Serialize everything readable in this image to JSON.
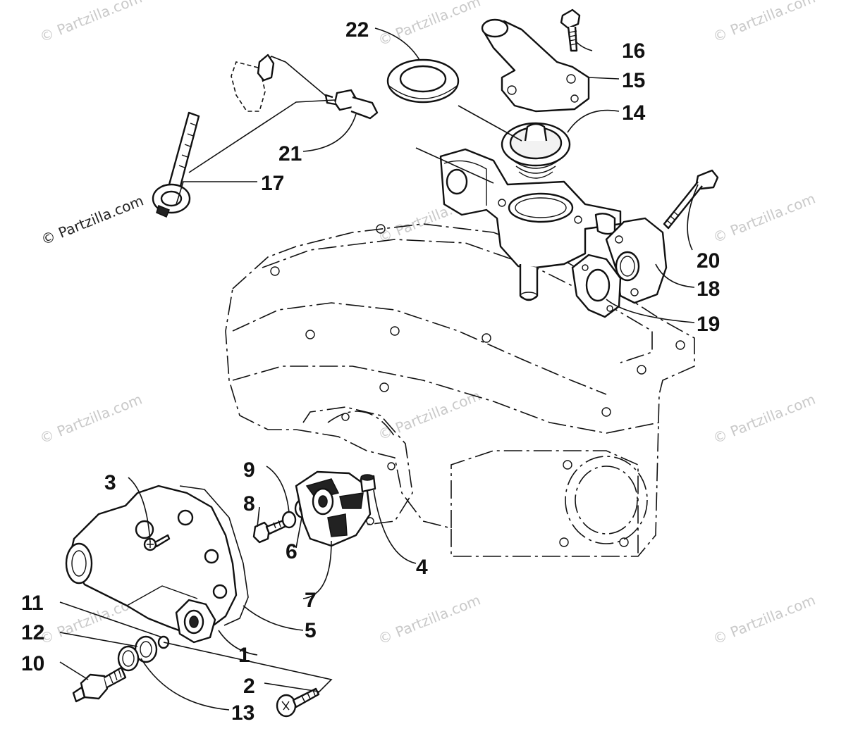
{
  "watermark": "© Partzilla.com",
  "watermarks": [
    {
      "id": "wm-1"
    },
    {
      "id": "wm-2"
    },
    {
      "id": "wm-3"
    },
    {
      "id": "wm-4"
    },
    {
      "id": "wm-5"
    },
    {
      "id": "wm-6"
    },
    {
      "id": "wm-7"
    },
    {
      "id": "wm-8"
    },
    {
      "id": "wm-9"
    },
    {
      "id": "wm-10"
    },
    {
      "id": "wm-11"
    }
  ],
  "callouts": [
    {
      "number": "1"
    },
    {
      "number": "2"
    },
    {
      "number": "3"
    },
    {
      "number": "4"
    },
    {
      "number": "5"
    },
    {
      "number": "6"
    },
    {
      "number": "7"
    },
    {
      "number": "8"
    },
    {
      "number": "9"
    },
    {
      "number": "10"
    },
    {
      "number": "11"
    },
    {
      "number": "12"
    },
    {
      "number": "13"
    },
    {
      "number": "14"
    },
    {
      "number": "15"
    },
    {
      "number": "16"
    },
    {
      "number": "17"
    },
    {
      "number": "18"
    },
    {
      "number": "19"
    },
    {
      "number": "20"
    },
    {
      "number": "21"
    },
    {
      "number": "22"
    }
  ]
}
